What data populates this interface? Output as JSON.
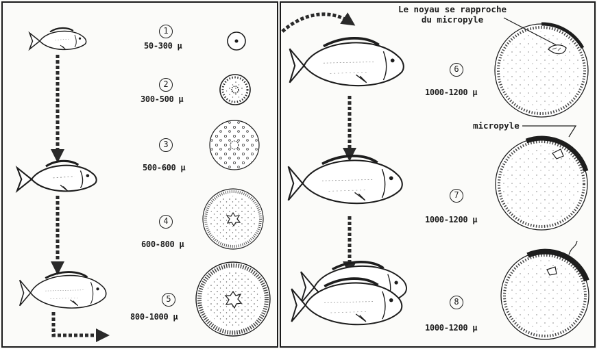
{
  "stages": [
    {
      "num": "1",
      "size": "50-300 µ"
    },
    {
      "num": "2",
      "size": "300-500 µ"
    },
    {
      "num": "3",
      "size": "500-600 µ"
    },
    {
      "num": "4",
      "size": "600-800 µ"
    },
    {
      "num": "5",
      "size": "800-1000 µ"
    },
    {
      "num": "6",
      "size": "1000-1200 µ"
    },
    {
      "num": "7",
      "size": "1000-1200 µ"
    },
    {
      "num": "8",
      "size": "1000-1200 µ"
    }
  ],
  "annotations": {
    "nucleus_line1": "Le noyau se rapproche",
    "nucleus_line2": "du micropyle",
    "micropyle": "micropyle"
  },
  "colors": {
    "ink": "#1d1d1d",
    "paper": "#fbfbf9",
    "arrow": "#2a2a2a"
  }
}
